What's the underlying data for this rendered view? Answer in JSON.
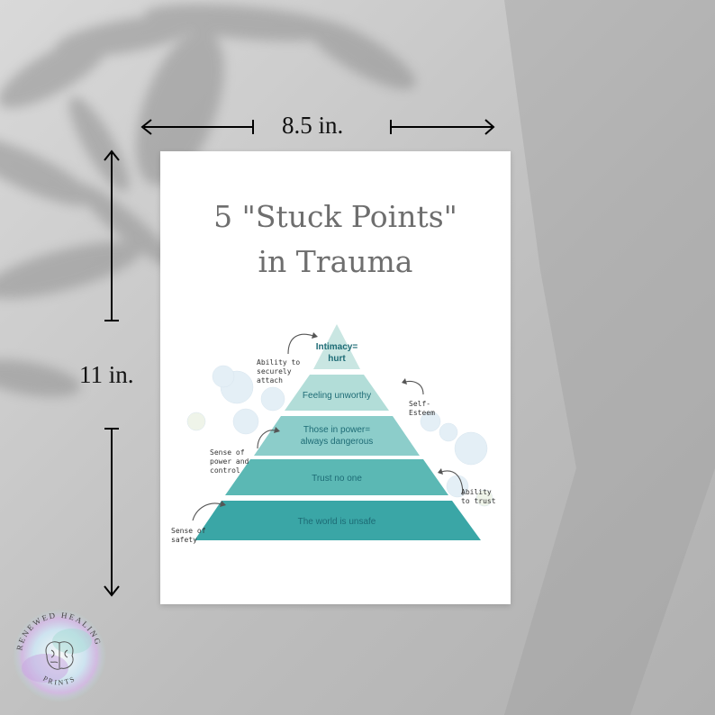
{
  "dimensions": {
    "width_label": "8.5 in.",
    "height_label": "11 in."
  },
  "poster": {
    "title_line1": "5 \"Stuck Points\"",
    "title_line2": "in Trauma",
    "pyramid_levels": [
      {
        "label_line1": "Intimacy=",
        "label_line2": "hurt",
        "color": "#c9e6e2"
      },
      {
        "label_line1": "Feeling unworthy",
        "label_line2": "",
        "color": "#b2ddd8"
      },
      {
        "label_line1": "Those in power=",
        "label_line2": "always dangerous",
        "color": "#8ccdca"
      },
      {
        "label_line1": "Trust no one",
        "label_line2": "",
        "color": "#5bb8b4"
      },
      {
        "label_line1": "The world is unsafe",
        "label_line2": "",
        "color": "#3aa6a6"
      }
    ],
    "notes": {
      "attach": "Ability to\nsecurely\nattach",
      "esteem": "Self-\nEsteem",
      "power": "Sense of\npower and\ncontrol",
      "trust": "Ability\nto trust",
      "safety": "Sense of\nsafety"
    },
    "text_color": "#1d6b75"
  },
  "logo": {
    "text_top": "RENEWED HEALING",
    "text_bottom": "PRINTS",
    "icon": "brain-icon"
  }
}
